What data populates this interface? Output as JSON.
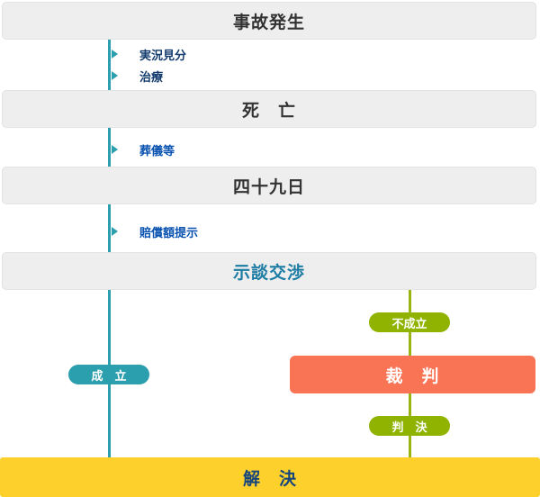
{
  "stages": {
    "accident": {
      "label": "事故発生"
    },
    "death": {
      "label": "死　亡"
    },
    "day49": {
      "label": "四十九日"
    },
    "negotiation": {
      "label": "示談交渉"
    },
    "trial": {
      "label": "裁　判"
    },
    "resolution": {
      "label": "解　決"
    }
  },
  "steps": {
    "inspection": {
      "label": "実況見分"
    },
    "treatment": {
      "label": "治療"
    },
    "funeral": {
      "label": "葬儀等"
    },
    "compensation": {
      "label": "賠償額提示"
    }
  },
  "badges": {
    "settled": {
      "label": "成　立"
    },
    "not_settled": {
      "label": "不成立"
    },
    "judgment": {
      "label": "判　決"
    }
  },
  "colors": {
    "stage_background": "#eeeeee",
    "stage_text": "#333333",
    "teal_line": "#2b9fae",
    "olive_line": "#9ab412",
    "teal_badge": "#2b9fae",
    "olive_badge": "#8fb300",
    "trial_bar": "#f97355",
    "resolution_bar": "#fdd02b",
    "resolution_text": "#17467c",
    "negotiation_text": "#1c7ca3",
    "step_text_dark": "#123a6d",
    "step_text_blue": "#0a53b0"
  }
}
